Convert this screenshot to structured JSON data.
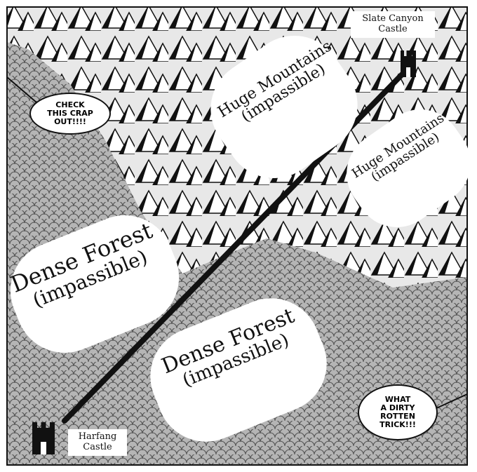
{
  "map": {
    "regions": [
      {
        "id": "mountains-upper",
        "name": "Huge Mountains",
        "note": "(impassible)"
      },
      {
        "id": "mountains-right",
        "name": "Huge Mountains",
        "note": "(impassible)"
      },
      {
        "id": "forest-left",
        "name": "Dense Forest",
        "note": "(impassible)"
      },
      {
        "id": "forest-lower",
        "name": "Dense Forest",
        "note": "(impassible)"
      }
    ],
    "castles": [
      {
        "id": "slate",
        "line1": "Slate Canyon",
        "line2": "Castle"
      },
      {
        "id": "harfang",
        "line1": "Harfang",
        "line2": "Castle"
      }
    ],
    "callouts": {
      "top_left": [
        "CHECK",
        "THIS CRAP",
        "OUT!!!!"
      ],
      "bottom_right": [
        "WHAT",
        "A DIRTY",
        "ROTTEN",
        "TRICK!!!"
      ]
    },
    "colors": {
      "forest": "#9a9a9a",
      "mountain": "#1a1a1a",
      "snow": "#e6e6e6",
      "road": "#111111"
    }
  }
}
